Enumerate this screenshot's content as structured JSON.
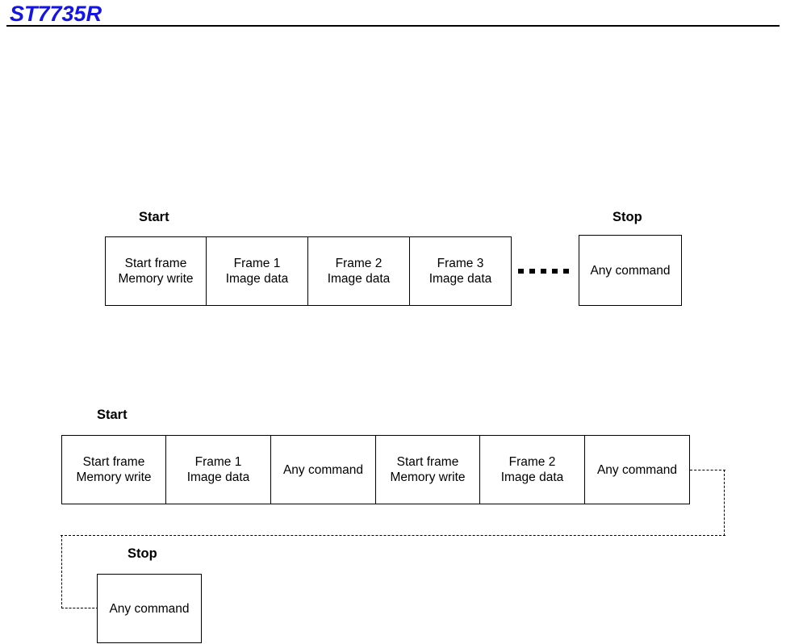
{
  "header": {
    "title": "ST7735R"
  },
  "diagram1": {
    "start_label": "Start",
    "stop_label": "Stop",
    "cells": [
      {
        "line1": "Start frame",
        "line2": "Memory write"
      },
      {
        "line1": "Frame 1",
        "line2": "Image data"
      },
      {
        "line1": "Frame 2",
        "line2": "Image data"
      },
      {
        "line1": "Frame 3",
        "line2": "Image data"
      }
    ],
    "stop_cell": {
      "line1": "Any command",
      "line2": ""
    }
  },
  "diagram2": {
    "start_label": "Start",
    "stop_label": "Stop",
    "cells": [
      {
        "line1": "Start frame",
        "line2": "Memory write"
      },
      {
        "line1": "Frame 1",
        "line2": "Image data"
      },
      {
        "line1": "Any command",
        "line2": ""
      },
      {
        "line1": "Start frame",
        "line2": "Memory write"
      },
      {
        "line1": "Frame 2",
        "line2": "Image data"
      },
      {
        "line1": "Any command",
        "line2": ""
      }
    ],
    "stop_cell": {
      "line1": "Any command",
      "line2": ""
    }
  }
}
